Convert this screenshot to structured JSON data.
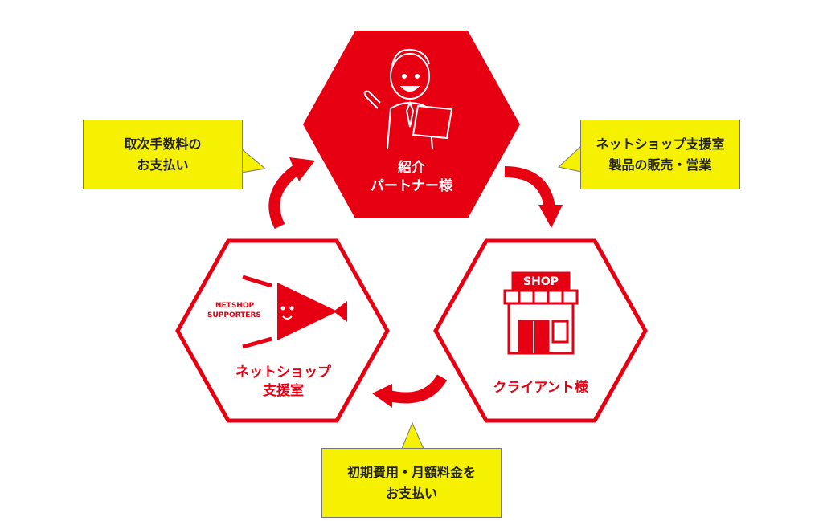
{
  "colors": {
    "red": "#e60012",
    "yellow": "#f5f100"
  },
  "nodes": {
    "partner": {
      "line1": "紹介",
      "line2": "パートナー様"
    },
    "support": {
      "line1": "ネットショップ",
      "line2": "支援室",
      "logo_line1": "NETSHOP",
      "logo_line2": "SUPPORTERS"
    },
    "client": {
      "label": "クライアント様",
      "shop_sign": "SHOP"
    }
  },
  "callouts": {
    "commission": {
      "line1": "取次手数料の",
      "line2": "お支払い"
    },
    "sales": {
      "line1": "ネットショップ支援室",
      "line2": "製品の販売・営業"
    },
    "fees": {
      "line1": "初期費用・月額料金を",
      "line2": "お支払い"
    }
  }
}
